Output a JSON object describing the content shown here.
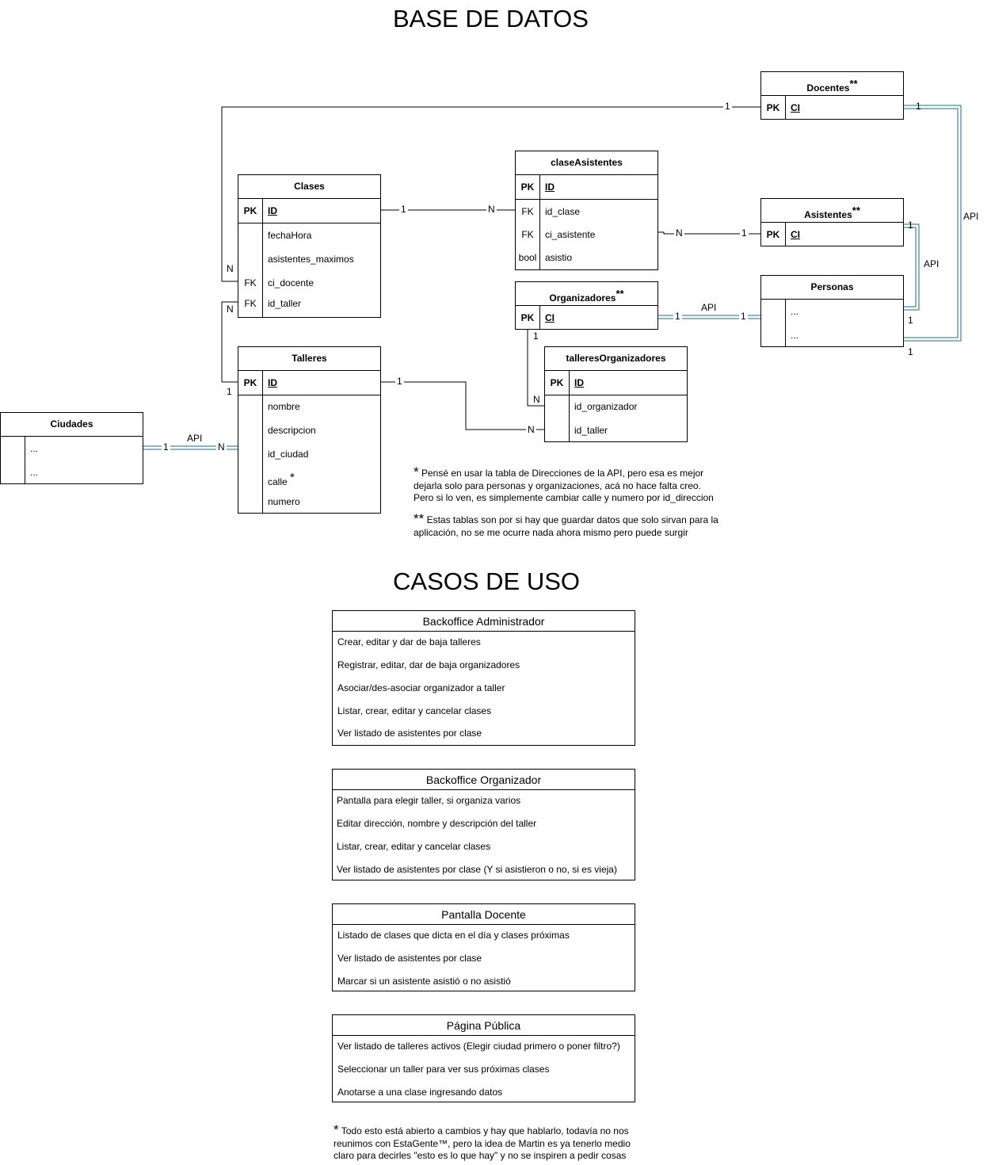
{
  "headings": {
    "db": "BASE DE DATOS",
    "cu": "CASOS DE USO"
  },
  "colors": {
    "api_link": "#1a6b8c",
    "line": "#000000"
  },
  "tables": {
    "docentes": {
      "title": "Docentes",
      "mark": "**",
      "pk_key": "PK",
      "pk_field": "CI"
    },
    "clase_asistentes": {
      "title": "claseAsistentes",
      "pk_key": "PK",
      "pk_field": "ID",
      "rows": [
        {
          "key": "FK",
          "field": "id_clase"
        },
        {
          "key": "FK",
          "field": "ci_asistente"
        },
        {
          "key": "bool",
          "field": "asistio"
        }
      ]
    },
    "clases": {
      "title": "Clases",
      "pk_key": "PK",
      "pk_field": "ID",
      "rows": [
        {
          "key": "",
          "field": "fechaHora"
        },
        {
          "key": "",
          "field": "asistentes_maximos"
        },
        {
          "key": "FK",
          "field": "ci_docente"
        },
        {
          "key": "FK",
          "field": "id_taller"
        }
      ]
    },
    "asistentes": {
      "title": "Asistentes",
      "mark": "**",
      "pk_key": "PK",
      "pk_field": "CI"
    },
    "organizadores": {
      "title": "Organizadores",
      "mark": "**",
      "pk_key": "PK",
      "pk_field": "CI"
    },
    "personas": {
      "title": "Personas",
      "rows": [
        "...",
        "..."
      ]
    },
    "talleres_organizadores": {
      "title": "talleresOrganizadores",
      "pk_key": "PK",
      "pk_field": "ID",
      "rows": [
        "id_organizador",
        "id_taller"
      ]
    },
    "talleres": {
      "title": "Talleres",
      "pk_key": "PK",
      "pk_field": "ID",
      "rows": [
        "nombre",
        "descripcion",
        "id_ciudad",
        "calle",
        "numero"
      ],
      "calle_mark": "*"
    },
    "ciudades": {
      "title": "Ciudades",
      "rows": [
        "...",
        "..."
      ]
    }
  },
  "link_labels": {
    "one": "1",
    "many": "N",
    "api": "API"
  },
  "notes": {
    "star1": "*",
    "note1": "Pensé en usar la tabla de Direcciones de la API, pero esa es mejor dejarla solo para personas y organizaciones, acá no hace falta creo. Pero si lo ven, es simplemente cambiar calle y numero por id_direccion",
    "star2": "**",
    "note2": "Estas tablas son por si hay que guardar datos que solo sirvan para la aplicación, no se me ocurre nada ahora mismo pero puede surgir",
    "star3": "*",
    "note3": "Todo esto está abierto a cambios y hay que hablarlo, todavía no nos reunimos con EstaGente™, pero la idea de Martin es ya tenerlo medio claro para decirles \"esto es lo que hay\" y no se inspiren a pedir cosas"
  },
  "use_cases": [
    {
      "title": "Backoffice Administrador",
      "items": [
        "Crear, editar y dar de baja talleres",
        "Registrar, editar, dar de baja organizadores",
        "Asociar/des-asociar organizador a taller",
        "Listar, crear, editar y cancelar clases",
        "Ver listado de asistentes por clase"
      ]
    },
    {
      "title": "Backoffice Organizador",
      "items": [
        "Pantalla para elegir taller, si organiza varios",
        "Editar dirección, nombre y descripción del taller",
        "Listar, crear, editar y cancelar clases",
        "Ver listado de asistentes por clase (Y si asistieron o no, si es vieja)"
      ]
    },
    {
      "title": "Pantalla Docente",
      "items": [
        "Listado de clases que dicta en el día y clases próximas",
        "Ver listado de asistentes por clase",
        "Marcar si un asistente asistió o no asistió"
      ]
    },
    {
      "title": "Página Pública",
      "items": [
        "Ver listado de talleres activos (Elegir ciudad primero o poner filtro?)",
        "Seleccionar un taller para ver sus próximas clases",
        "Anotarse a una clase ingresando datos"
      ]
    }
  ]
}
